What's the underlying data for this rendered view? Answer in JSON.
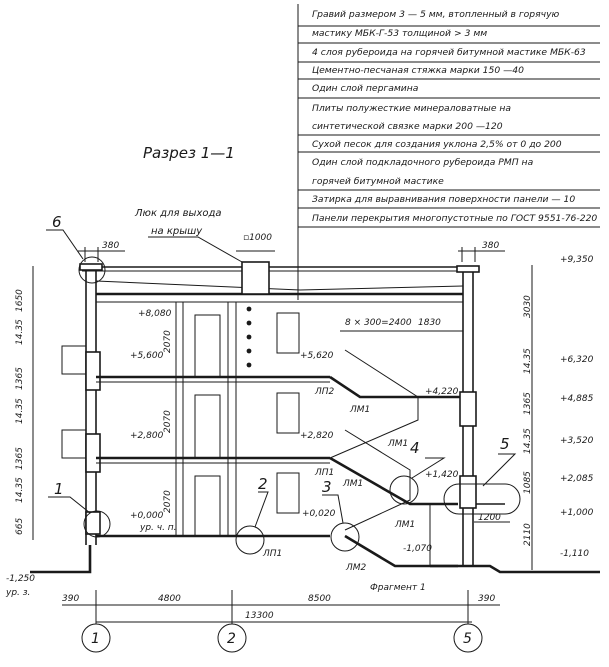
{
  "title": "Разрез 1—1",
  "specification": [
    "Гравий размером 3 — 5 мм, втопленный в горячую",
    "мастику МБК-Г-53 толщиной > 3 мм",
    "4 слоя рубероида на горячей битумной мастике МБК-63",
    "Цементно-песчаная стяжка марки 150 —40",
    "Один слой пергамина",
    "Плиты полужесткие минераловатные на",
    "синтетической связке марки 200 —120",
    "Сухой песок для создания уклона 2,5% от 0 до 200",
    "Один слой подкладочного рубероида РМП на",
    "горячей битумной мастике",
    "Затирка для выравнивания поверхности панели — 10",
    "Панели перекрытия многопустотные по ГОСТ 9551-76-220"
  ],
  "annotations": {
    "roof_hatch_line1": "Люк для выхода",
    "roof_hatch_line2": "на крышу",
    "hatch_size": "▫1000",
    "parapet_left_width": "380",
    "parapet_right_width": "380",
    "stair_steps": "8 × 300=2400",
    "stair_landing": "1830",
    "canopy_depth": "1200",
    "fragment": "Фрагмент 1",
    "clean_floor_level": "ур. ч. п.",
    "ground_level": "ур. з."
  },
  "callouts": [
    "1",
    "2",
    "3",
    "4",
    "5",
    "6"
  ],
  "elements": {
    "lp1_a": "ЛП1",
    "lp1_b": "ЛП1",
    "lp2": "ЛП2",
    "lm1_a": "ЛМ1",
    "lm1_b": "ЛМ1",
    "lm1_c": "ЛМ1",
    "lm1_d": "ЛМ1",
    "lm2": "ЛМ2"
  },
  "elevations_interior": {
    "roof_ceiling": "+8,080",
    "floor3_left": "+5,600",
    "floor3_right": "+5,620",
    "floor2_left": "+2,800",
    "floor2_right": "+2,820",
    "floor1_left": "+0,000",
    "floor1_right": "+0,020",
    "stair_landing_mid": "+4,220",
    "landing_low": "+1,420",
    "entrance": "-1,070",
    "ground_left": "-1,250"
  },
  "elevations_right": [
    "+9,350",
    "+6,320",
    "+4,885",
    "+3,520",
    "+2,085",
    "+1,000",
    "-1,110"
  ],
  "right_dims": [
    "3030",
    "14.35",
    "1365",
    "14.35",
    "1085",
    "2110"
  ],
  "left_dims": [
    "1650",
    "14.35",
    "1365",
    "14.35",
    "1365",
    "14.35",
    "665"
  ],
  "door_height_dims": [
    "2070",
    "2070",
    "2070"
  ],
  "bottom_dims": {
    "left_offset": "390",
    "span_1_2": "4800",
    "span_2_5": "8500",
    "right_offset": "390",
    "total": "13300"
  },
  "axes": [
    "1",
    "2",
    "5"
  ]
}
